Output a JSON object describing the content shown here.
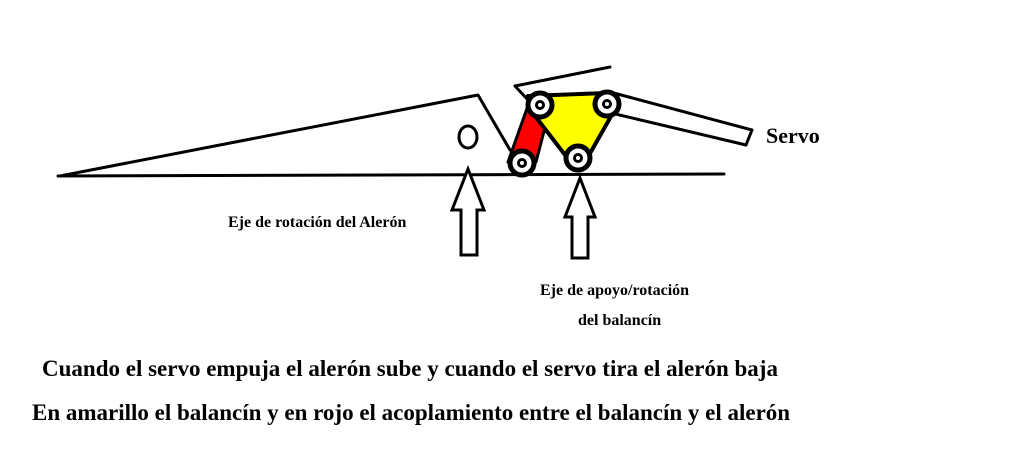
{
  "labels": {
    "servo": "Servo",
    "aileron_axis": "Eje de rotación del Alerón",
    "rocker_axis_line1": "Eje de apoyo/rotación",
    "rocker_axis_line2": "del balancín"
  },
  "captions": {
    "line1": "Cuando el servo empuja el alerón sube y cuando el servo tira el alerón baja",
    "line2": "En amarillo el balancín y en rojo el acoplamiento entre el balancín y el alerón"
  },
  "colors": {
    "rocker_fill": "#ffff00",
    "coupling_fill": "#ff0000",
    "stroke": "#000000",
    "background": "#ffffff"
  }
}
